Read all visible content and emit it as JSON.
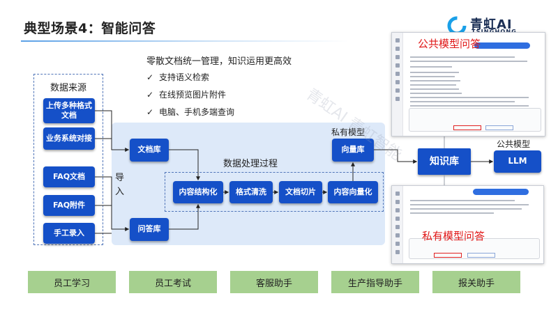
{
  "header": {
    "title": "典型场景4：智能问答",
    "logo_text": "青虹AI",
    "logo_sub": "TSINGHONG"
  },
  "intro": {
    "slogan": "零散文档统一管理，知识运用更高效",
    "check_mark": "✓",
    "features": [
      "支持语义检索",
      "在线预览图片附件",
      "电脑、手机多端查询"
    ]
  },
  "sources": {
    "title": "数据来源",
    "items": [
      "上传多种格式文档",
      "业务系统对接",
      "FAQ文档",
      "FAQ附件",
      "手工录入"
    ]
  },
  "pipeline": {
    "import_label": "导入",
    "doc_store": "文档库",
    "qa_store": "问答库",
    "process_title": "数据处理过程",
    "steps": [
      "内容结构化",
      "格式清洗",
      "文档切片",
      "内容向量化"
    ],
    "private_model_label": "私有模型",
    "vector_store": "向量库",
    "knowledge_base": "知识库",
    "public_model_label": "公共模型",
    "llm": "LLM"
  },
  "screenshots": {
    "public_label": "公共模型问答",
    "private_label": "私有模型问答"
  },
  "watermark": "青虹AI 青虹智能",
  "use_cases": [
    "员工学习",
    "员工考试",
    "客服助手",
    "生产指导助手",
    "报关助手"
  ]
}
